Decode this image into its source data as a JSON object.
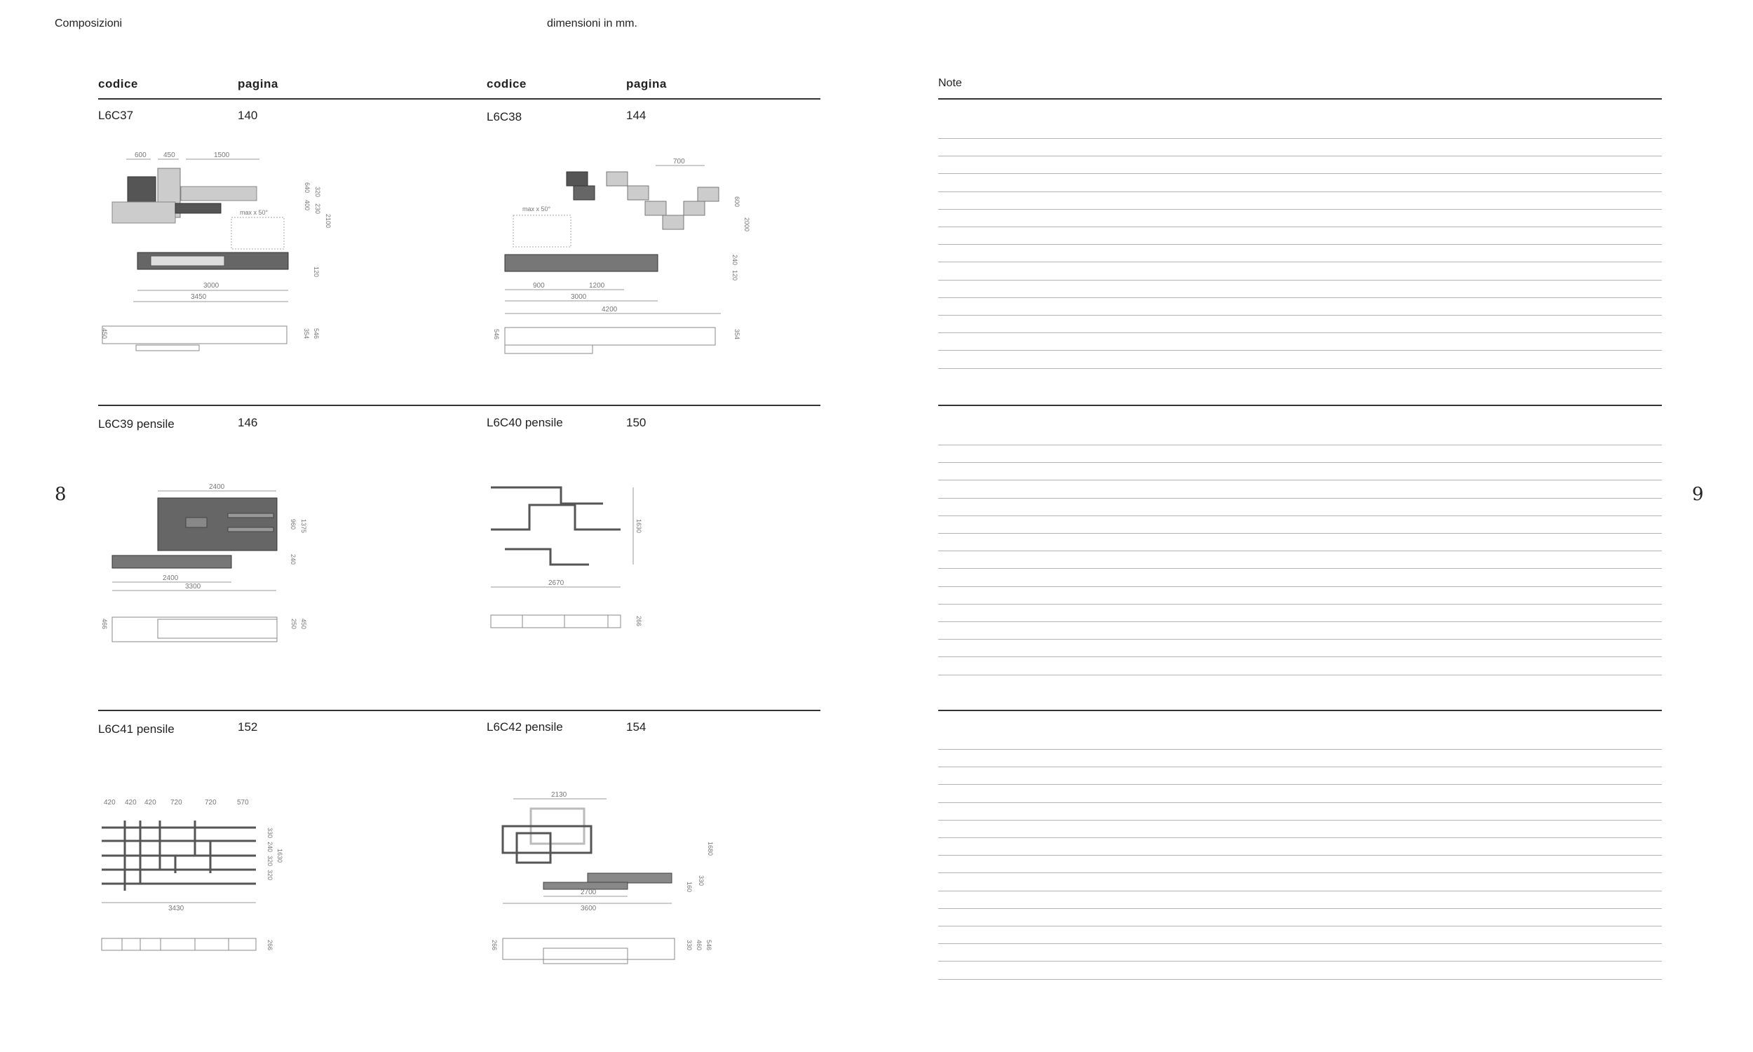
{
  "header": {
    "left_title": "Composizioni",
    "center_note": "dimensioni in mm."
  },
  "columns": {
    "left_code": "codice",
    "left_page": "pagina",
    "right_code": "codice",
    "right_page": "pagina",
    "notes": "Note"
  },
  "compositions": [
    {
      "code": "L6C37",
      "page": "140",
      "dims": [
        "600",
        "450",
        "1500",
        "640",
        "320",
        "230",
        "400",
        "2100",
        "120",
        "3000",
        "3450",
        "450",
        "546",
        "354"
      ],
      "note": "max x 50°"
    },
    {
      "code": "L6C38",
      "page": "144",
      "dims": [
        "700",
        "600",
        "2000",
        "240",
        "120",
        "900",
        "1200",
        "3000",
        "4200",
        "546",
        "354"
      ],
      "note": "max x 50°"
    },
    {
      "code": "L6C39 pensile",
      "page": "146",
      "dims": [
        "2400",
        "960",
        "1375",
        "240",
        "2400",
        "3300",
        "466",
        "450",
        "250"
      ]
    },
    {
      "code": "L6C40 pensile",
      "page": "150",
      "dims": [
        "1630",
        "2670",
        "266"
      ]
    },
    {
      "code": "L6C41 pensile",
      "page": "152",
      "dims": [
        "420",
        "420",
        "420",
        "720",
        "720",
        "570",
        "330",
        "240",
        "320",
        "320",
        "1630",
        "3430",
        "266"
      ]
    },
    {
      "code": "L6C42 pensile",
      "page": "154",
      "dims": [
        "2130",
        "1680",
        "330",
        "160",
        "2700",
        "3600",
        "266",
        "330",
        "460",
        "546"
      ]
    }
  ],
  "page_numbers": {
    "left": "8",
    "right": "9"
  }
}
